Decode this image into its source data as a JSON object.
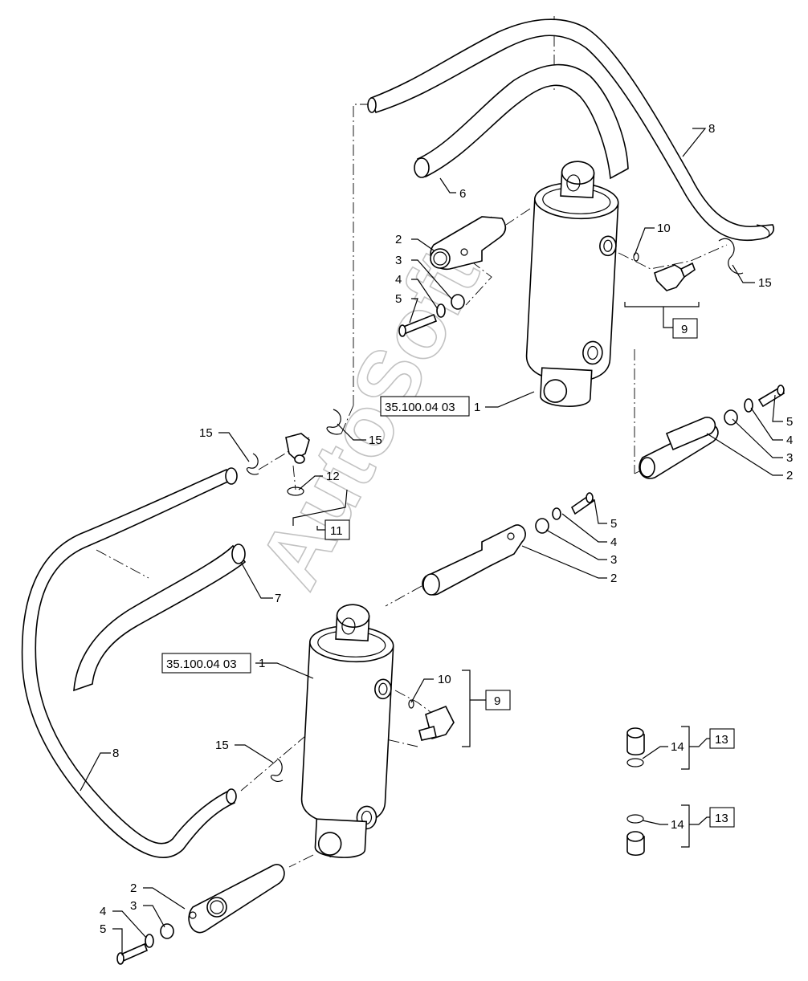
{
  "watermark": "AutoSoft",
  "callouts": {
    "c1": "1",
    "c2": "2",
    "c3": "3",
    "c4": "4",
    "c5": "5",
    "c6": "6",
    "c7": "7",
    "c8": "8",
    "c10": "10",
    "c12": "12",
    "c14": "14",
    "c15": "15"
  },
  "ref_boxes": {
    "assembly_ref": "35.100.04 03",
    "kit_9": "9",
    "kit_11": "11",
    "kit_13": "13"
  }
}
